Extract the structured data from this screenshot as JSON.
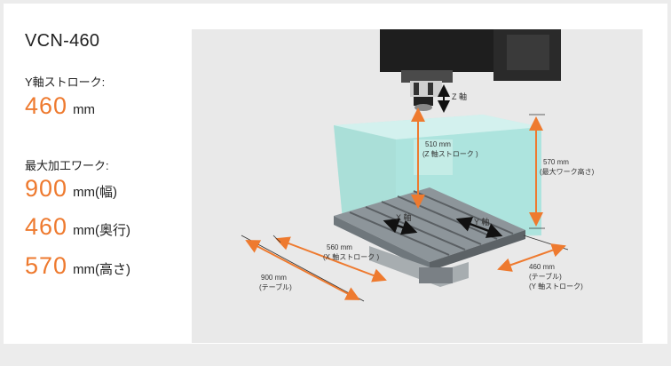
{
  "model": "VCN-460",
  "specs": {
    "y_stroke_label": "Y軸ストローク:",
    "y_stroke_value": "460",
    "y_stroke_unit": "mm",
    "max_work_label": "最大加工ワーク:",
    "max_work": [
      {
        "value": "900",
        "unit": "mm(幅)"
      },
      {
        "value": "460",
        "unit": "mm(奥行)"
      },
      {
        "value": "570",
        "unit": "mm(高さ)"
      }
    ]
  },
  "diagram": {
    "z_axis": "Z 軸",
    "x_axis": "X 軸",
    "y_axis": "Y 軸",
    "z_stroke": {
      "line1": "510 mm",
      "line2": "(Z 軸ストローク )"
    },
    "height": {
      "line1": "570 mm",
      "line2": "(最大ワーク高さ)"
    },
    "x_stroke": {
      "line1": "560 mm",
      "line2": "(X 軸ストローク )"
    },
    "table_width": {
      "line1": "900 mm",
      "line2": "(テーブル)"
    },
    "y_stroke": {
      "line1": "460 mm",
      "line2": "(テーブル)",
      "line3": "(Y 軸ストローク)"
    }
  },
  "colors": {
    "accent": "#ee7a2f",
    "work_volume": "#9fe0d8",
    "machine_dark": "#1e1e1e"
  }
}
